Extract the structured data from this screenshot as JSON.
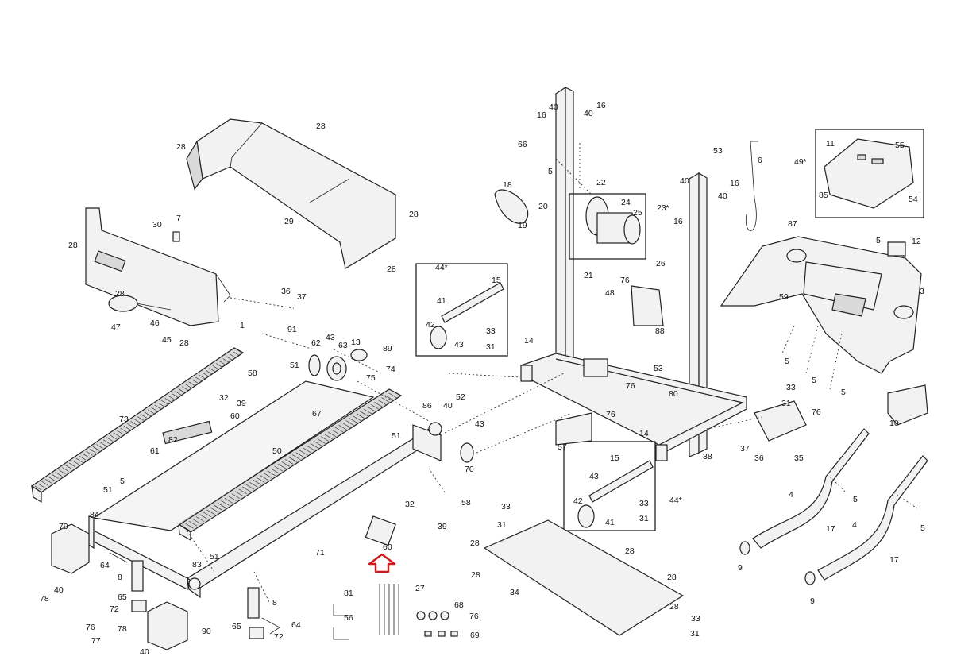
{
  "labels": [
    {
      "text": "28"
    },
    {
      "text": "28"
    },
    {
      "text": "29"
    },
    {
      "text": "28"
    },
    {
      "text": "28"
    },
    {
      "text": "30"
    },
    {
      "text": "7"
    },
    {
      "text": "28"
    },
    {
      "text": "28"
    },
    {
      "text": "47"
    },
    {
      "text": "46"
    },
    {
      "text": "45"
    },
    {
      "text": "28"
    },
    {
      "text": "36"
    },
    {
      "text": "37"
    },
    {
      "text": "1"
    },
    {
      "text": "91"
    },
    {
      "text": "62"
    },
    {
      "text": "43"
    },
    {
      "text": "63"
    },
    {
      "text": "13"
    },
    {
      "text": "89"
    },
    {
      "text": "51"
    },
    {
      "text": "74"
    },
    {
      "text": "75"
    },
    {
      "text": "58"
    },
    {
      "text": "39"
    },
    {
      "text": "32"
    },
    {
      "text": "60"
    },
    {
      "text": "73"
    },
    {
      "text": "82"
    },
    {
      "text": "67"
    },
    {
      "text": "50"
    },
    {
      "text": "61"
    },
    {
      "text": "86"
    },
    {
      "text": "52"
    },
    {
      "text": "40"
    },
    {
      "text": "43"
    },
    {
      "text": "51"
    },
    {
      "text": "70"
    },
    {
      "text": "5"
    },
    {
      "text": "51"
    },
    {
      "text": "84"
    },
    {
      "text": "79"
    },
    {
      "text": "40"
    },
    {
      "text": "78"
    },
    {
      "text": "64"
    },
    {
      "text": "8"
    },
    {
      "text": "65"
    },
    {
      "text": "72"
    },
    {
      "text": "83"
    },
    {
      "text": "51"
    },
    {
      "text": "71"
    },
    {
      "text": "58"
    },
    {
      "text": "39"
    },
    {
      "text": "32"
    },
    {
      "text": "60"
    },
    {
      "text": "8"
    },
    {
      "text": "64"
    },
    {
      "text": "65"
    },
    {
      "text": "72"
    },
    {
      "text": "90"
    },
    {
      "text": "78"
    },
    {
      "text": "40"
    },
    {
      "text": "76"
    },
    {
      "text": "77"
    },
    {
      "text": "81"
    },
    {
      "text": "56"
    },
    {
      "text": "27"
    },
    {
      "text": "68"
    },
    {
      "text": "76"
    },
    {
      "text": "69"
    },
    {
      "text": "44*"
    },
    {
      "text": "15"
    },
    {
      "text": "41"
    },
    {
      "text": "42"
    },
    {
      "text": "43"
    },
    {
      "text": "33"
    },
    {
      "text": "31"
    },
    {
      "text": "40"
    },
    {
      "text": "16"
    },
    {
      "text": "40"
    },
    {
      "text": "16"
    },
    {
      "text": "5"
    },
    {
      "text": "66"
    },
    {
      "text": "18"
    },
    {
      "text": "22"
    },
    {
      "text": "24"
    },
    {
      "text": "25"
    },
    {
      "text": "23*"
    },
    {
      "text": "20"
    },
    {
      "text": "19"
    },
    {
      "text": "53"
    },
    {
      "text": "40"
    },
    {
      "text": "16"
    },
    {
      "text": "40"
    },
    {
      "text": "16"
    },
    {
      "text": "21"
    },
    {
      "text": "48"
    },
    {
      "text": "76"
    },
    {
      "text": "88"
    },
    {
      "text": "26"
    },
    {
      "text": "14"
    },
    {
      "text": "53"
    },
    {
      "text": "76"
    },
    {
      "text": "80"
    },
    {
      "text": "76"
    },
    {
      "text": "57"
    },
    {
      "text": "14"
    },
    {
      "text": "38"
    },
    {
      "text": "15"
    },
    {
      "text": "43"
    },
    {
      "text": "42"
    },
    {
      "text": "41"
    },
    {
      "text": "33"
    },
    {
      "text": "31"
    },
    {
      "text": "44*"
    },
    {
      "text": "33"
    },
    {
      "text": "31"
    },
    {
      "text": "28"
    },
    {
      "text": "28"
    },
    {
      "text": "28"
    },
    {
      "text": "28"
    },
    {
      "text": "34"
    },
    {
      "text": "28"
    },
    {
      "text": "33"
    },
    {
      "text": "31"
    },
    {
      "text": "6"
    },
    {
      "text": "49*"
    },
    {
      "text": "11"
    },
    {
      "text": "55"
    },
    {
      "text": "85"
    },
    {
      "text": "54"
    },
    {
      "text": "87"
    },
    {
      "text": "5"
    },
    {
      "text": "12"
    },
    {
      "text": "59"
    },
    {
      "text": "3"
    },
    {
      "text": "5"
    },
    {
      "text": "5"
    },
    {
      "text": "5"
    },
    {
      "text": "10"
    },
    {
      "text": "33"
    },
    {
      "text": "31"
    },
    {
      "text": "76"
    },
    {
      "text": "37"
    },
    {
      "text": "36"
    },
    {
      "text": "35"
    },
    {
      "text": "4"
    },
    {
      "text": "5"
    },
    {
      "text": "17"
    },
    {
      "text": "9"
    },
    {
      "text": "4"
    },
    {
      "text": "5"
    },
    {
      "text": "17"
    },
    {
      "text": "9"
    }
  ],
  "colors": {
    "line": "#222222",
    "fill": "#f2f2f2",
    "highlight": "#cc1a1a"
  },
  "icons": {
    "indicator": "up-arrow-icon"
  }
}
